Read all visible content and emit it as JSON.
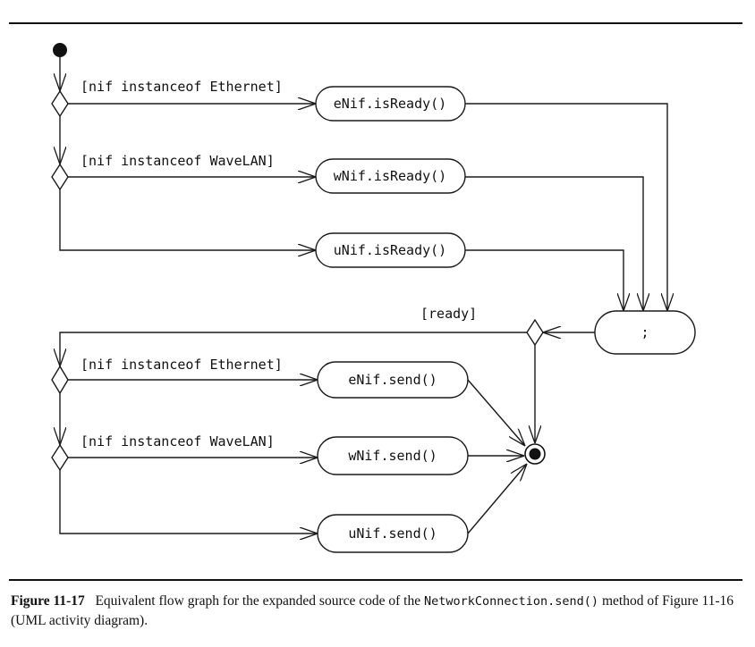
{
  "diagram": {
    "guards": {
      "top_ethernet": "[nif instanceof Ethernet]",
      "top_wavelan": "[nif instanceof WaveLAN]",
      "ready": "[ready]",
      "bottom_ethernet": "[nif instanceof Ethernet]",
      "bottom_wavelan": "[nif instanceof WaveLAN]"
    },
    "activities": {
      "enif_isready": "eNif.isReady()",
      "wnif_isready": "wNif.isReady()",
      "unif_isready": "uNif.isReady()",
      "semicolon": ";",
      "enif_send": "eNif.send()",
      "wnif_send": "wNif.send()",
      "unif_send": "uNif.send()"
    }
  },
  "caption": {
    "figure_number": "Figure 11-17",
    "text_before": "Equivalent flow graph for the expanded source code of the",
    "code": "NetworkConnection.send()",
    "text_after": "method of Figure 11-16 (UML activity diagram)."
  }
}
